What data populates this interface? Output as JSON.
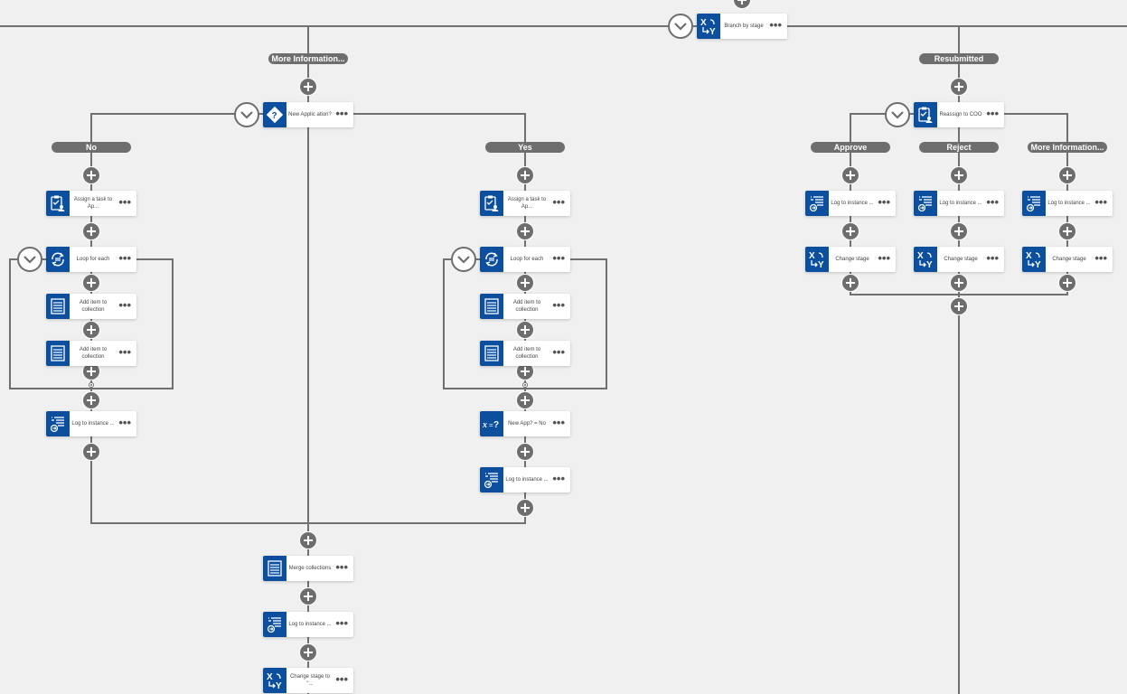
{
  "branch_labels": {
    "more_info_top": "More Information...",
    "resubmitted": "Resubmitted",
    "no": "No",
    "yes": "Yes",
    "approve": "Approve",
    "reject": "Reject",
    "more_info_right": "More Information..."
  },
  "actions": {
    "branch_by_stage": {
      "label": "Branch by stage",
      "icon": "branch-xy-icon"
    },
    "new_application": {
      "label": "New Applic ation?",
      "icon": "decision-question-icon"
    },
    "reassign_coo": {
      "label": "Reassign to COO",
      "icon": "assign-task-icon"
    },
    "no_assign_task": {
      "label": "Assign a task to Ap...",
      "icon": "assign-task-icon"
    },
    "no_loop": {
      "label": "Loop for each",
      "icon": "loop-icon"
    },
    "no_add_item_1": {
      "label": "Add item to collection",
      "icon": "collection-icon"
    },
    "no_add_item_2": {
      "label": "Add item to collection",
      "icon": "collection-icon"
    },
    "no_log": {
      "label": "Log to instance ...",
      "icon": "log-icon"
    },
    "yes_assign_task": {
      "label": "Assign a task to Ap...",
      "icon": "assign-task-icon"
    },
    "yes_loop": {
      "label": "Loop for each",
      "icon": "loop-icon"
    },
    "yes_add_item_1": {
      "label": "Add item to collection",
      "icon": "collection-icon"
    },
    "yes_add_item_2": {
      "label": "Add item to collection",
      "icon": "collection-icon"
    },
    "yes_set_var": {
      "label": "New App? = No",
      "icon": "set-variable-icon"
    },
    "yes_log": {
      "label": "Log to instance ...",
      "icon": "log-icon"
    },
    "merge": {
      "label": "Merge collections",
      "icon": "collection-icon"
    },
    "bottom_log": {
      "label": "Log to instance ...",
      "icon": "log-icon"
    },
    "change_stage_bottom": {
      "label": "Change stage to \"...",
      "icon": "branch-xy-icon"
    },
    "approve_log": {
      "label": "Log to instance ...",
      "icon": "log-icon"
    },
    "approve_change": {
      "label": "Change stage",
      "icon": "branch-xy-icon"
    },
    "reject_log": {
      "label": "Log to instance ...",
      "icon": "log-icon"
    },
    "reject_change": {
      "label": "Change stage",
      "icon": "branch-xy-icon"
    },
    "more_log": {
      "label": "Log to instance ...",
      "icon": "log-icon"
    },
    "more_change": {
      "label": "Change stage",
      "icon": "branch-xy-icon"
    }
  },
  "menu_glyph": "•••",
  "colors": {
    "icon_bg": "#0b4f9e",
    "connector": "#707070",
    "canvas": "#f0f0f0"
  }
}
